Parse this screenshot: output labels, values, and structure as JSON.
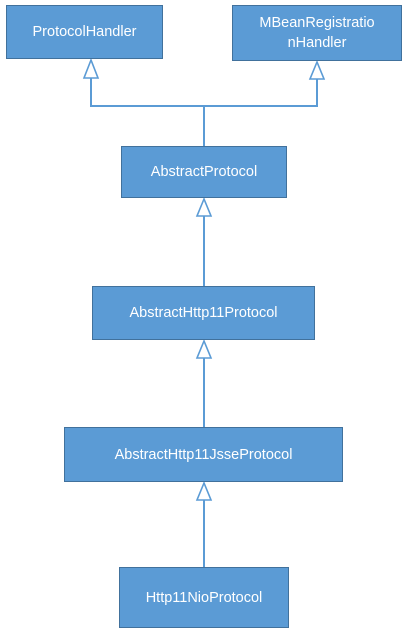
{
  "diagram": {
    "nodes": [
      {
        "id": "protocol_handler",
        "label": "ProtocolHandler"
      },
      {
        "id": "mbean_registration_handler",
        "label": "MBeanRegistratio\nnHandler"
      },
      {
        "id": "abstract_protocol",
        "label": "AbstractProtocol"
      },
      {
        "id": "abstract_http11_protocol",
        "label": "AbstractHttp11Protocol"
      },
      {
        "id": "abstract_http11_jsse_protocol",
        "label": "AbstractHttp11JsseProtocol"
      },
      {
        "id": "http11_nio_protocol",
        "label": "Http11NioProtocol"
      }
    ],
    "edges": [
      {
        "from": "abstract_protocol",
        "to": "protocol_handler",
        "type": "inheritance"
      },
      {
        "from": "abstract_protocol",
        "to": "mbean_registration_handler",
        "type": "inheritance"
      },
      {
        "from": "abstract_http11_protocol",
        "to": "abstract_protocol",
        "type": "inheritance"
      },
      {
        "from": "abstract_http11_jsse_protocol",
        "to": "abstract_http11_protocol",
        "type": "inheritance"
      },
      {
        "from": "http11_nio_protocol",
        "to": "abstract_http11_jsse_protocol",
        "type": "inheritance"
      }
    ],
    "colors": {
      "node_fill": "#5b9bd5",
      "node_border": "#41719c",
      "node_text": "#ffffff",
      "connector": "#5b9bd5",
      "arrowhead_fill": "#ffffff"
    }
  }
}
